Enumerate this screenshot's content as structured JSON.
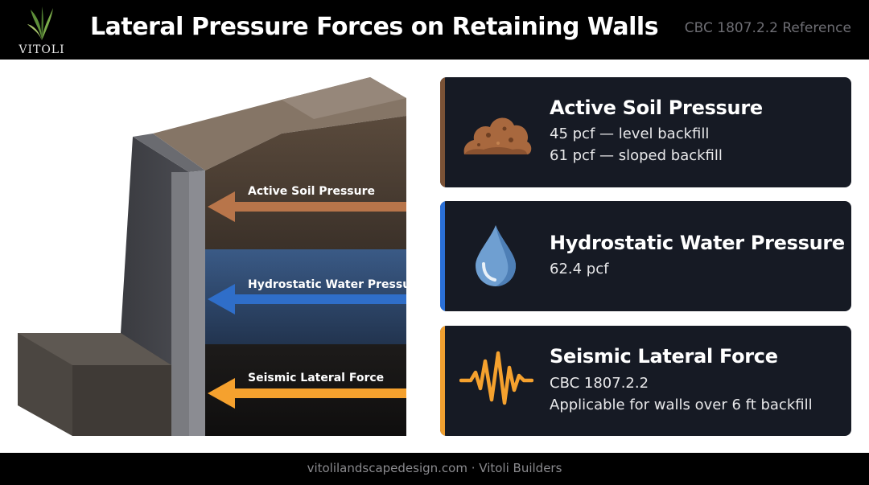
{
  "header": {
    "logo_text": "VITOLI",
    "title": "Lateral Pressure Forces on Retaining Walls",
    "reference": "CBC 1807.2.2 Reference"
  },
  "diagram": {
    "labels": {
      "active": "Active Soil Pressure",
      "hydrostatic": "Hydrostatic Water Pressure",
      "seismic": "Seismic Lateral Force"
    }
  },
  "cards": [
    {
      "title": "Active Soil Pressure",
      "lines": [
        "45 pcf — level backfill",
        "61 pcf — sloped backfill"
      ],
      "icon": "soil-pile-icon",
      "accent": "#7a5236"
    },
    {
      "title": "Hydrostatic Water Pressure",
      "lines": [
        "62.4 pcf"
      ],
      "icon": "water-drop-icon",
      "accent": "#2a6fd6"
    },
    {
      "title": "Seismic Lateral Force",
      "lines": [
        "CBC 1807.2.2",
        "Applicable for walls over 6 ft backfill"
      ],
      "icon": "seismic-wave-icon",
      "accent": "#f0a030"
    }
  ],
  "colors": {
    "soil_arrow": "#b8754a",
    "water_arrow": "#2f6ec9",
    "seismic_arrow": "#f5a12e"
  },
  "footer": {
    "text": "vitolilandscapedesign.com · Vitoli Builders"
  }
}
